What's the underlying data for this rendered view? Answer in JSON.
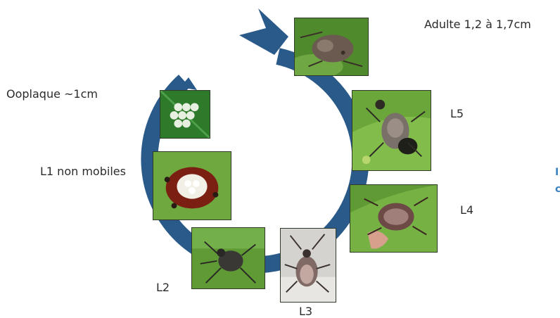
{
  "diagram": {
    "stages": [
      {
        "id": "adult",
        "label": "Adulte 1,2 à 1,7cm"
      },
      {
        "id": "l5",
        "label": "L5"
      },
      {
        "id": "l4",
        "label": "L4"
      },
      {
        "id": "l3",
        "label": "L3"
      },
      {
        "id": "l2",
        "label": "L2"
      },
      {
        "id": "l1",
        "label": "L1 non mobiles"
      },
      {
        "id": "eggs",
        "label": "Ooplaque ~1cm"
      }
    ],
    "colors": {
      "arrow": "#2a5a8a",
      "leaf": "#5f9a35",
      "leaf_dark": "#3f6b24",
      "bug": "#6b5a50",
      "edge_text": "#3a80c0"
    },
    "edge_fragments": [
      "I",
      "c"
    ]
  }
}
